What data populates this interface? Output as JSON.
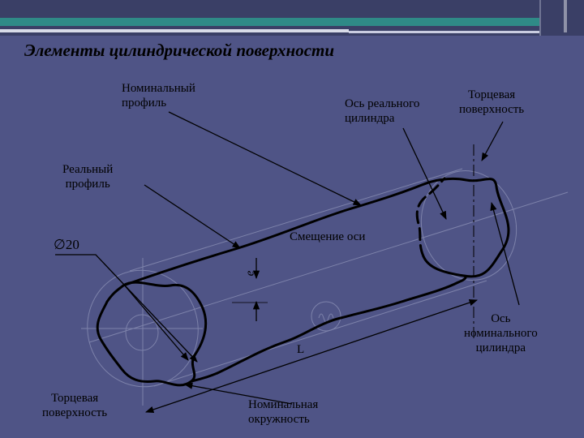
{
  "title": "Элементы цилиндрической поверхности",
  "labels": {
    "nominal_profile": "Номинальный\nпрофиль",
    "real_axis": "Ось реального\nцилиндра",
    "end_surface_top": "Торцевая\nповерхность",
    "real_profile": "Реальный\nпрофиль",
    "diameter": "20",
    "axis_offset": "Смещение оси",
    "offset_symbol": "e",
    "nominal_axis": "Ось\nноминального\nцилиндра",
    "length": "L",
    "end_surface_bottom": "Торцевая\nповерхность",
    "nominal_circle": "Номинальная\nокружность"
  },
  "symbols": {
    "diameter_sign": "∅"
  },
  "colors": {
    "background": "#4f5486",
    "line": "#000000",
    "construction_line": "#7d82aa"
  }
}
